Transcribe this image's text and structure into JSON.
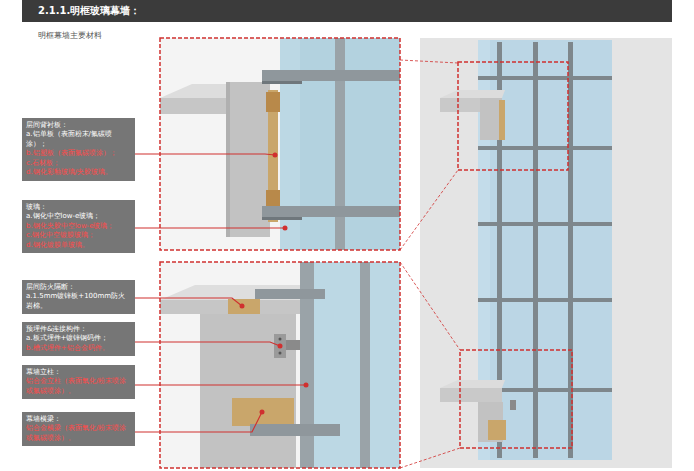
{
  "diagram": {
    "title": "2.1.1.明框玻璃幕墙：",
    "nodes": [
      {
        "text": [
          "层间背衬板：",
          "a.铝单板（表面粉末/氟碳喷涂）；",
          "b.铝塑板（表面氟碳喷涂）；",
          "c.石材板；",
          "d.钢化彩釉玻璃/夹胶玻璃。"
        ]
      },
      {
        "text": [
          "玻璃：",
          "a.钢化中空low-e玻璃；",
          "b.钢化夹胶中空low-e玻璃；",
          "c.钢化中空镀膜玻璃；",
          "d.钢化镀膜单玻璃。"
        ]
      },
      {
        "text": [
          "层间防火隔断：",
          "a.1.5mm镀锌板+100mm防火岩棉。"
        ]
      },
      {
        "text": [
          "预埋件&连接构件：",
          "a.板式埋件+镀锌钢码件；",
          "b.槽式埋件+铝合金码件。"
        ]
      },
      {
        "text": [
          "幕墙立柱：",
          "铝合金立柱（表面氧化/粉末喷涂或氟碳喷涂）。"
        ]
      },
      {
        "text": [
          "幕墙横梁：",
          "铝合金横梁（表面氧化/粉末喷涂或氟碳喷涂）。"
        ]
      }
    ],
    "labels": [
      "明框幕墙主要材料"
    ]
  }
}
